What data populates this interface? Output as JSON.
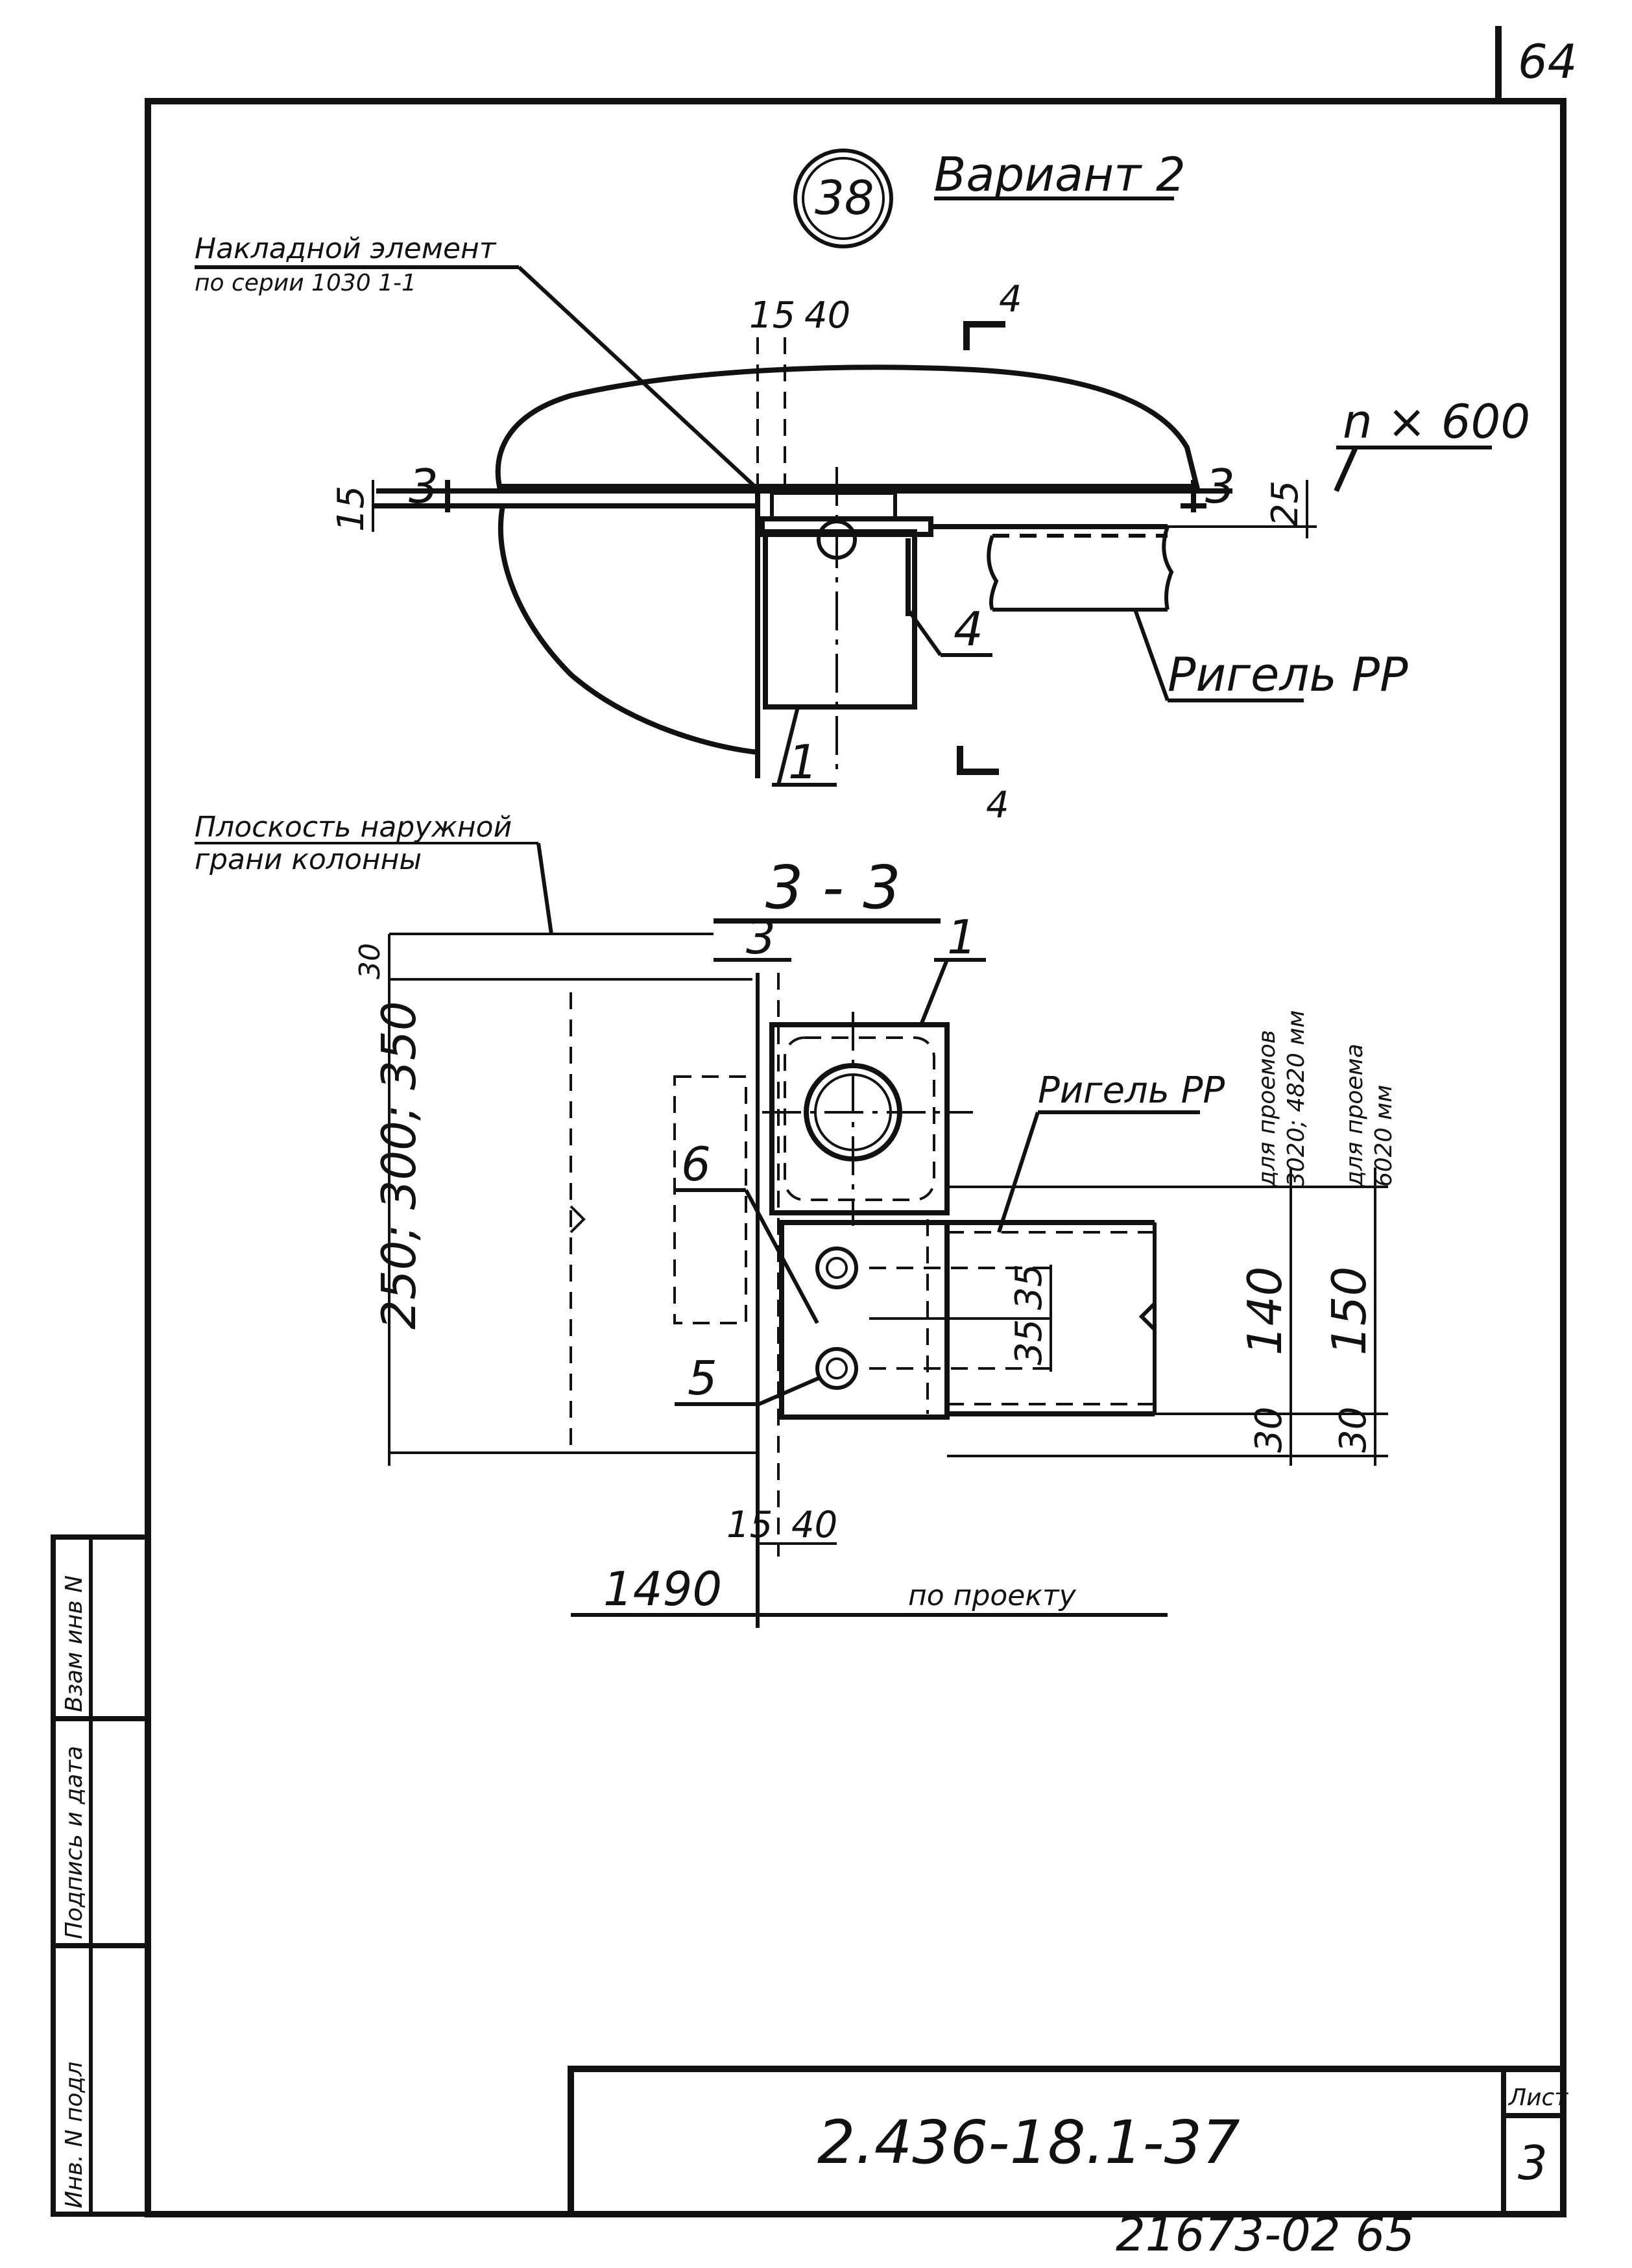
{
  "sheet": {
    "page_number": "64",
    "stamp_code": "21673-02 65",
    "title_block": {
      "designation": "2.436-18.1-37",
      "sheet_label": "Лист",
      "sheet_number": "3"
    },
    "side_stamp": {
      "col1": "Инв. N подл",
      "col2": "Подпись и дата",
      "col3": "Взам инв N"
    }
  },
  "upper_view": {
    "node_number": "38",
    "variant_title": "Вариант 2",
    "overlay_element_line1": "Накладной элемент",
    "overlay_element_line2": "по серии 1030 1-1",
    "dim_15": "15",
    "dim_40": "40",
    "cut_4_top": "4",
    "cut_4_bottom": "4",
    "section_3_left": "3",
    "section_3_right": "3",
    "dim_15_left": "15",
    "dim_25_right": "25",
    "pitch": "n × 600",
    "label_4": "4",
    "label_1": "1",
    "rigel": "Ригель РР"
  },
  "section_view": {
    "title": "3 - 3",
    "plane_note_line1": "Плоскость наружной",
    "plane_note_line2": "грани колонны",
    "dim_30_top": "30",
    "dim_3_top": "3",
    "dim_height": "250; 300; 350",
    "label_1": "1",
    "rigel": "Ригель РР",
    "openings_note_1_line1": "для проемов",
    "openings_note_1_line2": "3020; 4820 мм",
    "openings_note_2_line1": "для проема",
    "openings_note_2_line2": "6020 мм",
    "label_6": "6",
    "label_5": "5",
    "dim_35_upper": "35",
    "dim_35_lower": "35",
    "dim_140": "140",
    "dim_150": "150",
    "dim_30_a": "30",
    "dim_30_b": "30",
    "dim_15_bottom": "15",
    "dim_40_bottom": "40",
    "dim_1490": "1490",
    "by_project": "по проекту"
  }
}
